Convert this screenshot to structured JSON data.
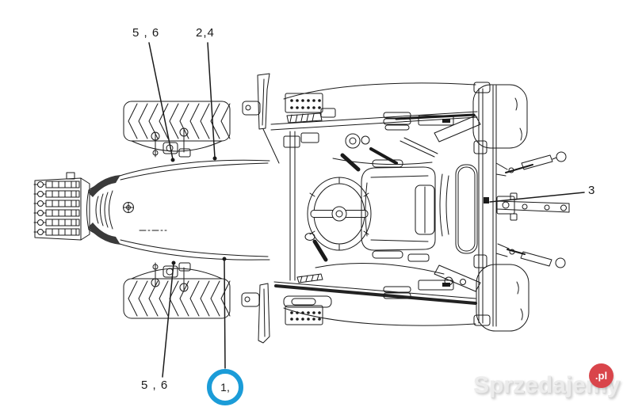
{
  "diagram": {
    "callouts": {
      "top_left": {
        "label": "5 , 6"
      },
      "top_center": {
        "label": "2,4"
      },
      "right": {
        "label": "3"
      },
      "bottom_left": {
        "label": "5 , 6"
      },
      "bottom_circled": {
        "label": "1,"
      }
    },
    "highlight_color": "#1b9cd8",
    "line_color": "#1a1a1a"
  },
  "watermark": {
    "brand": "Sprzedajemy",
    "badge": ".pl",
    "badge_color": "#d9454b",
    "text_color": "#ececec"
  }
}
